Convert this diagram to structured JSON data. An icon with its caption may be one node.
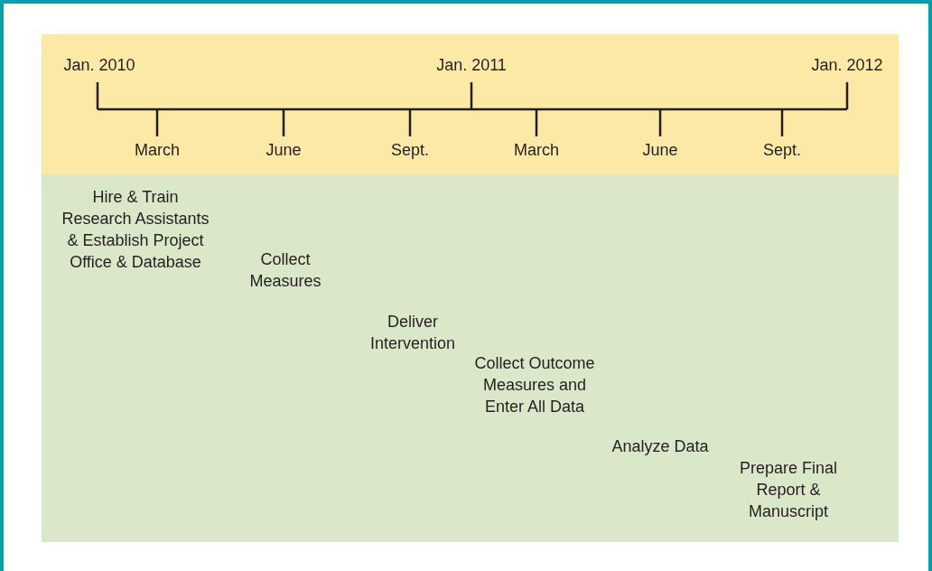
{
  "diagram": {
    "labels": [
      "Jan. 2010",
      "Jan. 2011",
      "Jan. 2012",
      "March",
      "June",
      "Sept.",
      "March",
      "June",
      "Sept.",
      "Hire & Train Research Assistants & Establish Project Office & Database",
      "Collect Measures",
      "Deliver Intervention",
      "Collect Outcome Measures and Enter All Data",
      "Analyze Data",
      "Prepare Final Report & Manuscript"
    ]
  }
}
